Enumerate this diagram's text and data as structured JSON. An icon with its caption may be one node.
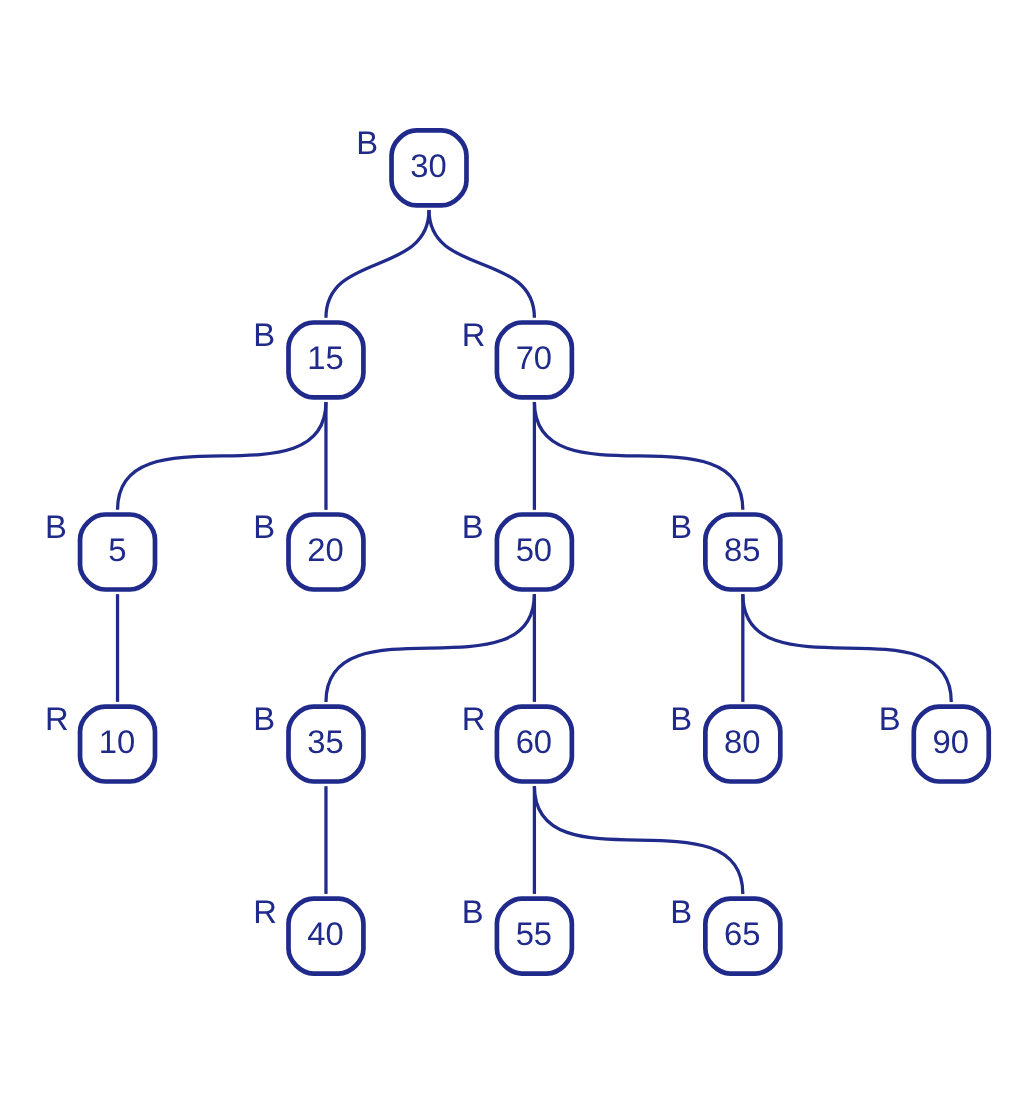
{
  "diagram": {
    "nodes": [
      {
        "text": [
          "30"
        ],
        "beside": [
          "B"
        ]
      },
      {
        "text": [
          "15"
        ],
        "beside": [
          "B"
        ]
      },
      {
        "text": [
          "70"
        ],
        "beside": [
          "R"
        ]
      },
      {
        "text": [
          "5"
        ],
        "beside": [
          "B"
        ]
      },
      {
        "text": [
          "20"
        ],
        "beside": [
          "B"
        ]
      },
      {
        "text": [
          "50"
        ],
        "beside": [
          "B"
        ]
      },
      {
        "text": [
          "85"
        ],
        "beside": [
          "B"
        ]
      },
      {
        "text": [
          "10"
        ],
        "beside": [
          "R"
        ]
      },
      {
        "text": [
          "35"
        ],
        "beside": [
          "B"
        ]
      },
      {
        "text": [
          "60"
        ],
        "beside": [
          "R"
        ]
      },
      {
        "text": [
          "80"
        ],
        "beside": [
          "B"
        ]
      },
      {
        "text": [
          "90"
        ],
        "beside": [
          "B"
        ]
      },
      {
        "text": [
          "40"
        ],
        "beside": [
          "R"
        ]
      },
      {
        "text": [
          "55"
        ],
        "beside": [
          "B"
        ]
      },
      {
        "text": [
          "65"
        ],
        "beside": [
          "B"
        ]
      }
    ],
    "edges": [
      {
        "from": 0,
        "to": 1,
        "arrow": "none"
      },
      {
        "from": 0,
        "to": 2,
        "arrow": "none"
      },
      {
        "from": 1,
        "to": 3,
        "arrow": "none"
      },
      {
        "from": 1,
        "to": 4,
        "arrow": "none"
      },
      {
        "from": 3,
        "to": 7,
        "arrow": "none"
      },
      {
        "from": 2,
        "to": 5,
        "arrow": "none"
      },
      {
        "from": 2,
        "to": 6,
        "arrow": "none"
      },
      {
        "from": 5,
        "to": 8,
        "arrow": "none"
      },
      {
        "from": 5,
        "to": 9,
        "arrow": "none"
      },
      {
        "from": 6,
        "to": 10,
        "arrow": "none"
      },
      {
        "from": 6,
        "to": 11,
        "arrow": "none"
      },
      {
        "from": 8,
        "to": 12,
        "arrow": "none"
      },
      {
        "from": 9,
        "to": 13,
        "arrow": "none"
      },
      {
        "from": 9,
        "to": 14,
        "arrow": "none"
      }
    ]
  }
}
